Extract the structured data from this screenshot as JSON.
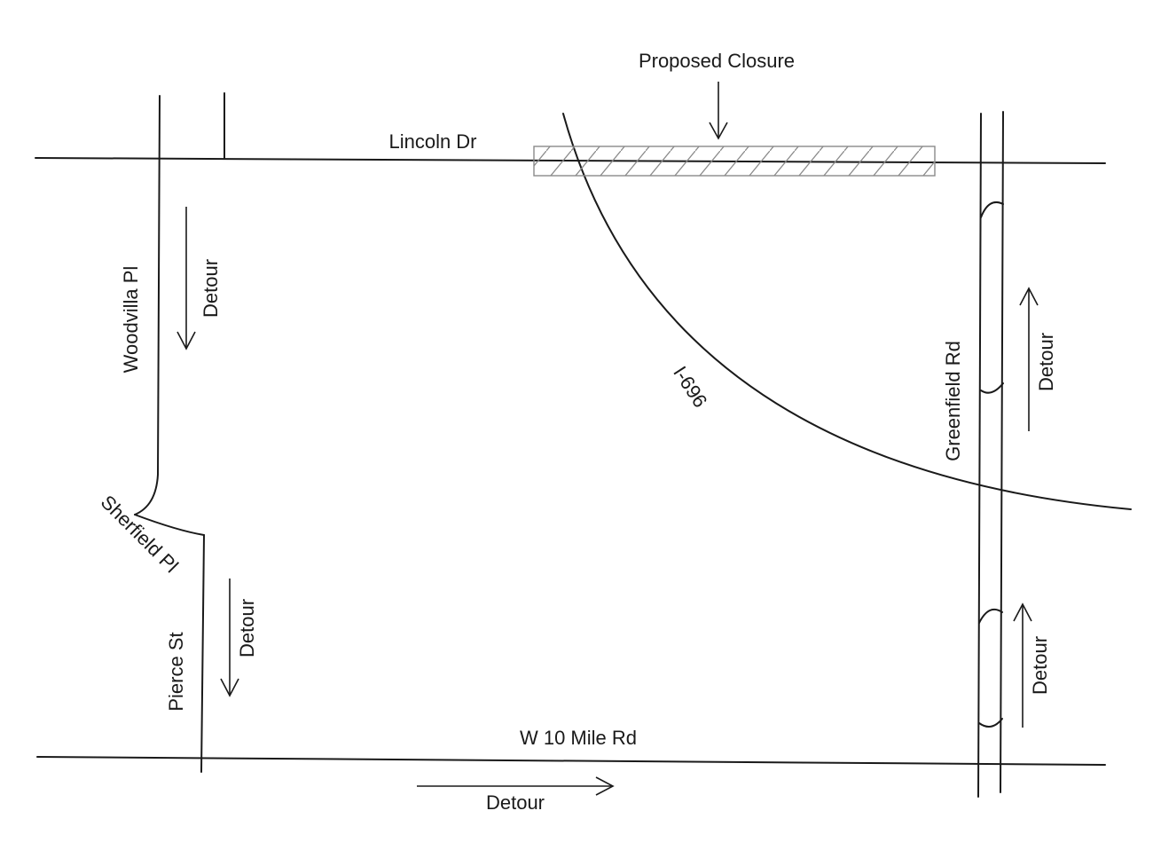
{
  "closure": {
    "label": "Proposed Closure"
  },
  "roads": {
    "lincoln_dr": "Lincoln Dr",
    "woodvilla_pl": "Woodvilla Pl",
    "sherfield_pl": "Sherfield Pl",
    "pierce_st": "Pierce St",
    "w10_mile_rd": "W 10 Mile Rd",
    "greenfield_rd": "Greenfield Rd",
    "i696": "I-696"
  },
  "detour": {
    "label": "Detour"
  },
  "colors": {
    "line": "#1a1a1a",
    "closure_outline": "#8a8a8a",
    "hatch": "#8a8a8a"
  }
}
